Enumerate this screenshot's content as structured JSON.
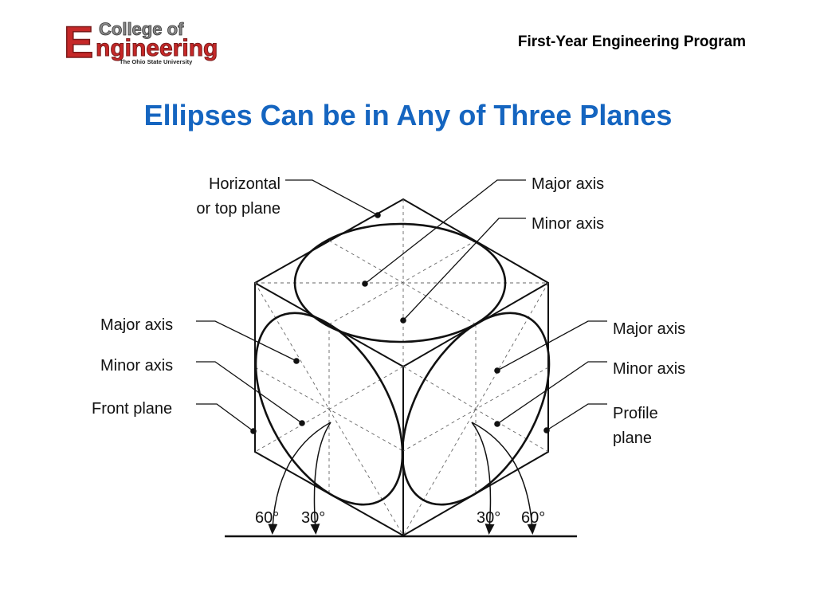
{
  "header": {
    "logo_big_letter": "E",
    "logo_college": "College of",
    "logo_engineering": "ngineering",
    "logo_university": "The Ohio State University",
    "program": "First-Year Engineering Program"
  },
  "slide": {
    "title": "Ellipses Can be in Any of Three Planes"
  },
  "diagram": {
    "top_left_label_line1": "Horizontal",
    "top_left_label_line2": "or top plane",
    "top_right_major": "Major axis",
    "top_right_minor": "Minor axis",
    "left_major": "Major axis",
    "left_minor": "Minor axis",
    "left_front_plane": "Front plane",
    "right_major": "Major axis",
    "right_minor": "Minor axis",
    "right_profile_line1": "Profile",
    "right_profile_line2": "plane",
    "angle_left_60": "60°",
    "angle_left_30": "30°",
    "angle_right_30": "30°",
    "angle_right_60": "60°"
  },
  "colors": {
    "title_blue": "#1565c0",
    "logo_red": "#c62828",
    "logo_grey": "#7a7a7a"
  }
}
